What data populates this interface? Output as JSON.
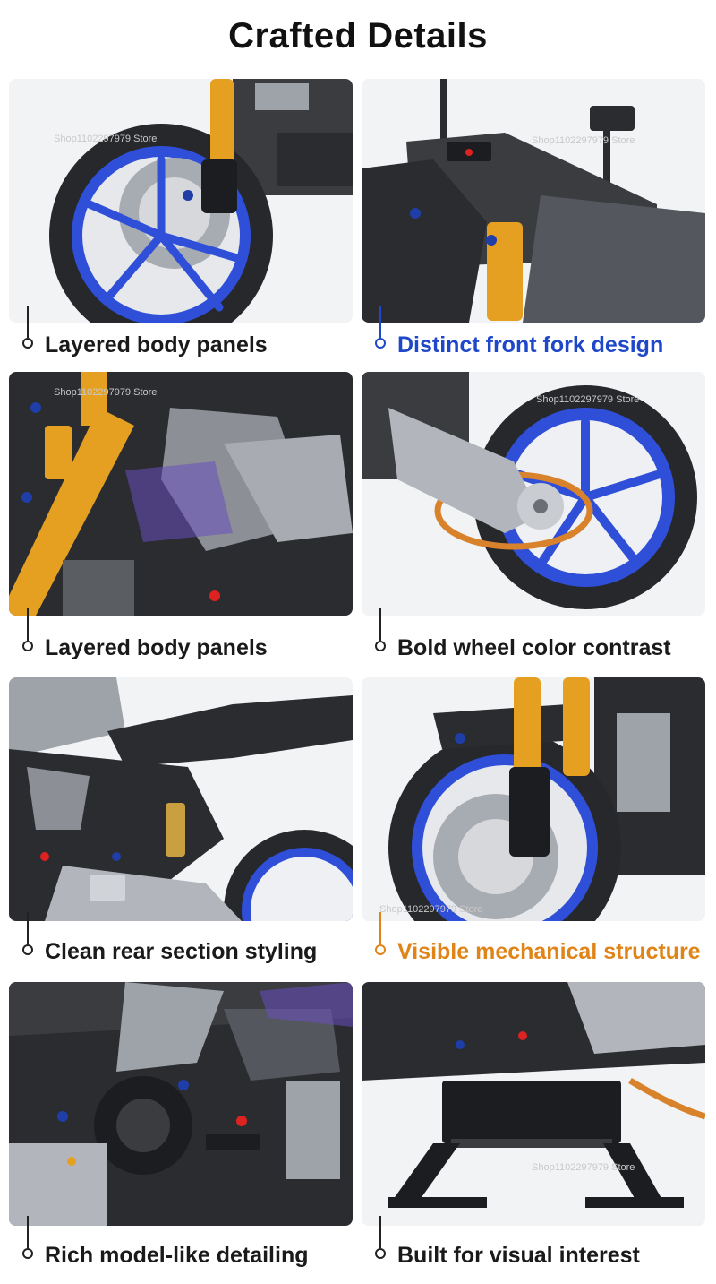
{
  "title": "Crafted Details",
  "watermark": "Shop1102297979 Store",
  "colors": {
    "accent_blue": "#1f47c9",
    "accent_orange": "#e08418",
    "wheel_blue": "#2f4fd8",
    "fork_gold": "#e6a021",
    "body_dark": "#2a2c30",
    "panel_grey": "#8c9096"
  },
  "panels": [
    {
      "caption": "Layered body panels",
      "image": "front-wheel-brake-photo"
    },
    {
      "caption": "Distinct front fork design",
      "image": "handlebar-fork-photo"
    },
    {
      "caption": "Layered body panels",
      "image": "side-body-panels-photo"
    },
    {
      "caption": "Bold wheel color contrast",
      "image": "rear-wheel-chain-photo"
    },
    {
      "caption": "Clean rear section styling",
      "image": "rear-seat-section-photo"
    },
    {
      "caption": "Visible mechanical structure",
      "image": "front-suspension-photo"
    },
    {
      "caption": "Rich model-like detailing",
      "image": "engine-detail-photo"
    },
    {
      "caption": "Built for visual interest",
      "image": "display-stand-photo"
    }
  ]
}
